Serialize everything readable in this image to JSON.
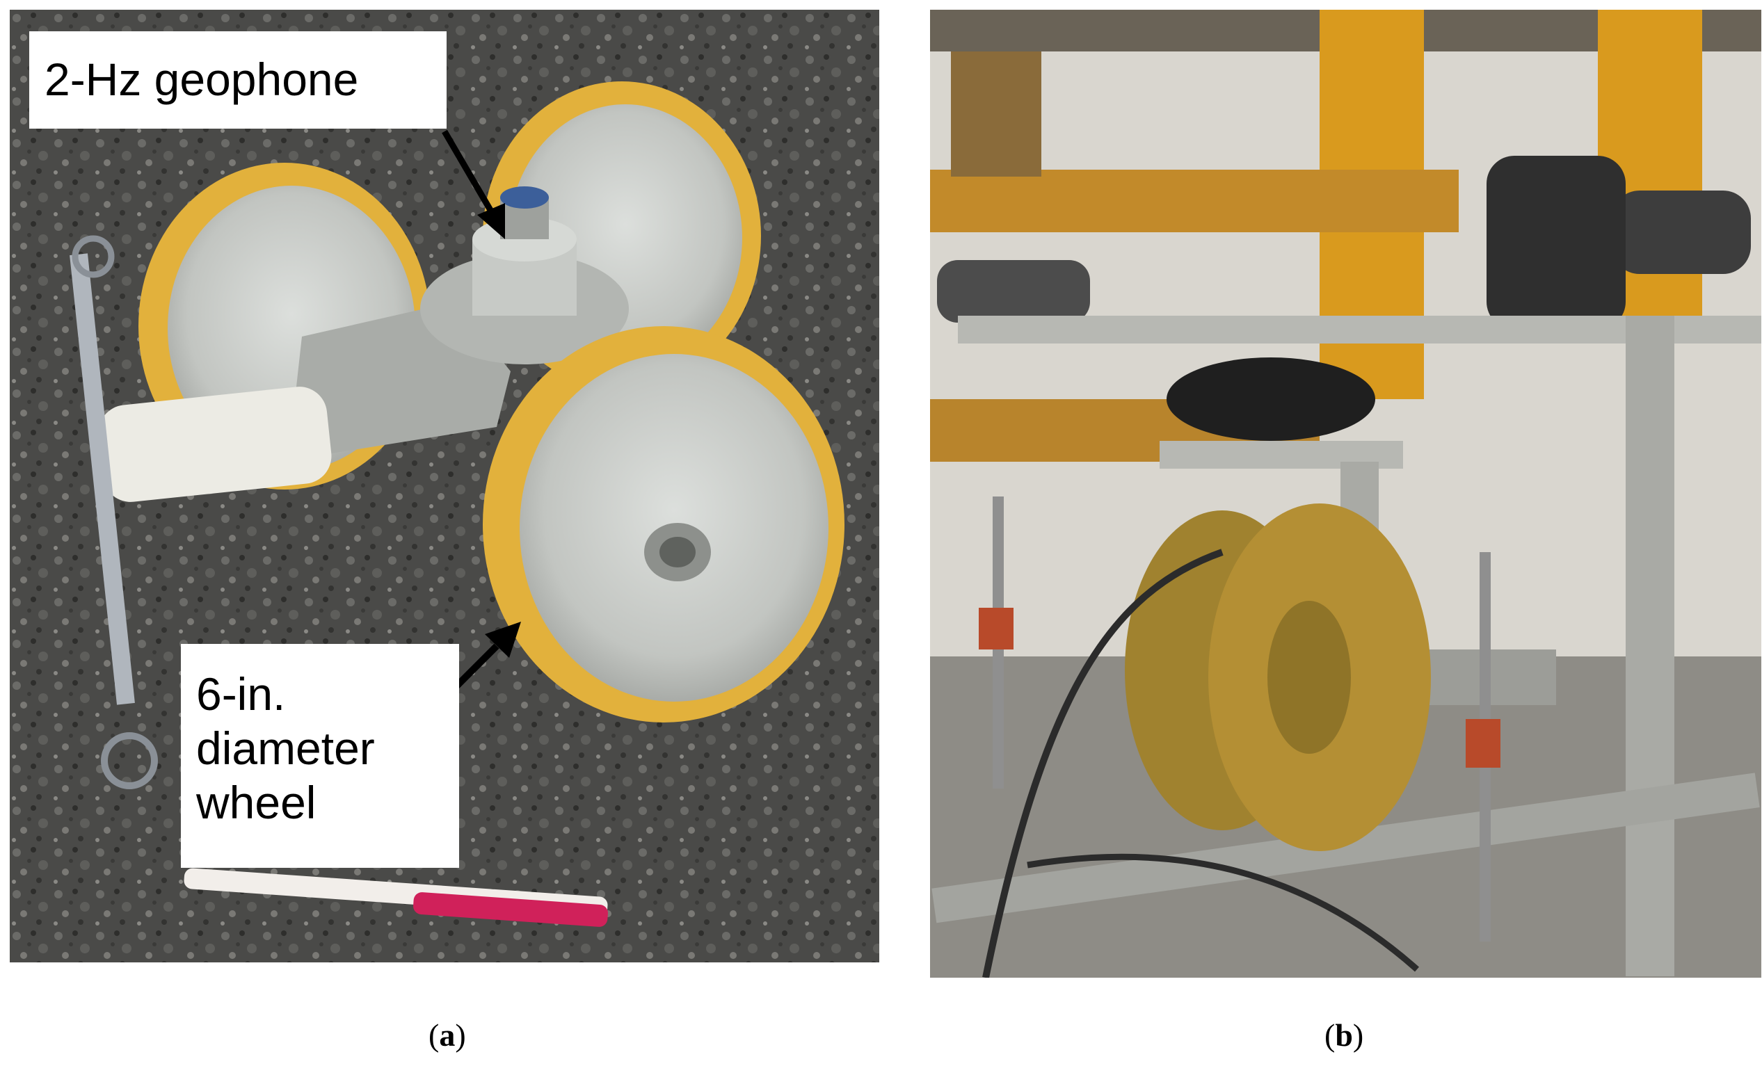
{
  "figure": {
    "panel_a": {
      "callout_geophone": "2-Hz geophone",
      "callout_wheel_lines": [
        "6-in.",
        "diameter",
        "wheel"
      ],
      "label_open": "(",
      "label_letter": "a",
      "label_close": ")"
    },
    "panel_b": {
      "label_open": "(",
      "label_letter": "b",
      "label_close": ")"
    }
  },
  "colors": {
    "asphalt": "#4a4a48",
    "wheel_tread": "#e2b13c",
    "hub_metal": "#c9ccc8",
    "yellow_frame": "#d99a1e",
    "steel_frame": "#b7b8b3"
  },
  "icons": [
    "arrow-icon"
  ]
}
